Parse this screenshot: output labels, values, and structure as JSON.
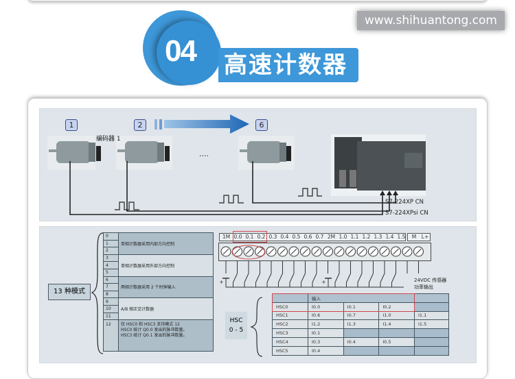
{
  "header": {
    "number": "04",
    "title": "高速计数器",
    "watermark": "www.shihuantong.com"
  },
  "diagram": {
    "badges": [
      "1",
      "2",
      "6"
    ],
    "encoder_label": "编码器 1",
    "ellipsis": "....",
    "plc_models": [
      "S7-224XP CN",
      "S7-224XPsi CN"
    ]
  },
  "modes": {
    "label": "13 种模式",
    "rows": [
      "0",
      "1",
      "2",
      "3",
      "4",
      "5",
      "6",
      "7",
      "8",
      "9",
      "10",
      "11",
      "12"
    ],
    "groups": [
      "单相计数器采用内部方向控制",
      "单相计数器采用外部方向控制",
      "两相计数器采用 2 个时钟输入",
      "A/B 相正交计数器"
    ],
    "mode12": [
      "仅 HSC0 和 HSC3 支持模式 12",
      "HSC0 统计 Q0.0 发出的脉冲数量。",
      "HSC3 统计 Q0.1 发出的脉冲数量。"
    ]
  },
  "terminals": {
    "labels": [
      "1M",
      "0.0",
      "0.1",
      "0.2",
      "0.3",
      "0.4",
      "0.5",
      "0.6",
      "0.7",
      "2M",
      "1.0",
      "1.1",
      "1.2",
      "1.3",
      "1.4",
      "1.5"
    ],
    "right_labels": [
      "M",
      "L+"
    ],
    "power_note": [
      "24VDC 传感器",
      "功率输出"
    ]
  },
  "hsc": {
    "label": [
      "HSC",
      "0 - 5"
    ],
    "header": "输入",
    "rows": [
      {
        "name": "HSC0",
        "inputs": [
          "I0.0",
          "I0.1",
          "I0.2",
          ""
        ]
      },
      {
        "name": "HSC1",
        "inputs": [
          "I0.6",
          "I0.7",
          "I1.0",
          "I1.1"
        ]
      },
      {
        "name": "HSC2",
        "inputs": [
          "I1.2",
          "I1.3",
          "I1.4",
          "I1.5"
        ]
      },
      {
        "name": "HSC3",
        "inputs": [
          "I0.1",
          "",
          "",
          ""
        ]
      },
      {
        "name": "HSC4",
        "inputs": [
          "I0.3",
          "I0.4",
          "I0.5",
          ""
        ]
      },
      {
        "name": "HSC5",
        "inputs": [
          "I0.4",
          "",
          "",
          ""
        ]
      }
    ]
  },
  "colors": {
    "accent": "#3d97d8",
    "highlight": "#d0454f"
  }
}
